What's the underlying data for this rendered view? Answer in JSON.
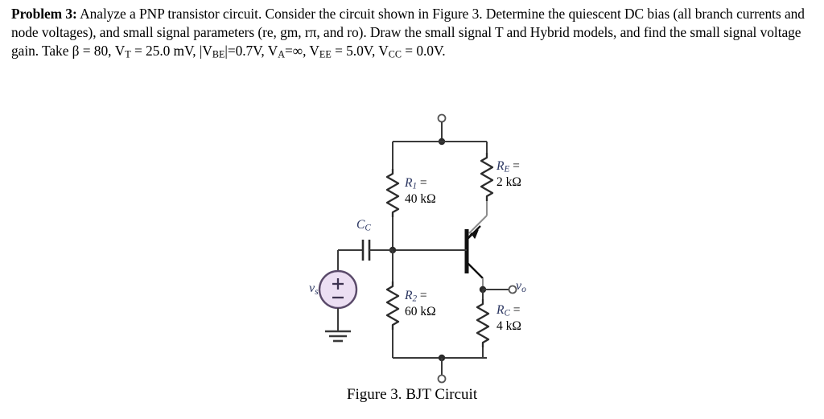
{
  "problem": {
    "label": "Problem 3:",
    "line1_a": " Analyze a PNP transistor circuit. Consider the circuit shown in Figure 3. Determine the",
    "line2": "quiescent DC bias (all branch currents and node voltages), and small signal parameters (re, gm, rπ, and",
    "line3": "ro). Draw the small signal T and Hybrid models, and find the small signal voltage gain. Take β = 80,",
    "line4_pieces": {
      "vt": "V",
      "vt_sub": "T",
      "vt_val": " = 25.0 mV, |V",
      "vbe_sub": "BE",
      "vbe_val": "|=0.7V, V",
      "va_sub": "A",
      "va_val": "=∞, V",
      "vee_sub": "EE",
      "vee_val": " = 5.0V, V",
      "vcc_sub": "CC",
      "vcc_val": " = 0.0V."
    },
    "given": {
      "beta": "80",
      "VT": "25.0 mV",
      "VBE_abs": "0.7V",
      "VA": "∞",
      "VEE": "5.0V",
      "VCC": "0.0V"
    }
  },
  "figure": {
    "caption": "Figure 3. BJT Circuit",
    "transistor_type": "PNP"
  },
  "components": {
    "r1": {
      "symbol": "R",
      "subscript": "1",
      "eq": " =",
      "value": "40 kΩ"
    },
    "r2": {
      "symbol": "R",
      "subscript": "2",
      "eq": " =",
      "value": "60 kΩ"
    },
    "re": {
      "symbol": "R",
      "subscript": "E",
      "eq": " =",
      "value": "2 kΩ"
    },
    "rc": {
      "symbol": "R",
      "subscript": "C",
      "eq": " =",
      "value": "4 kΩ"
    },
    "cc": {
      "symbol": "C",
      "subscript": "C"
    },
    "vs": {
      "symbol": "v",
      "subscript": "s"
    },
    "vo": {
      "symbol": "v",
      "subscript": "o"
    }
  },
  "colors": {
    "wire": "#3a3a3a",
    "wire_light": "#8a8a8a",
    "symbol_navy": "#2a3560",
    "source_fill": "#ecdff3",
    "source_stroke": "#5a4a6a",
    "text": "#000000"
  }
}
